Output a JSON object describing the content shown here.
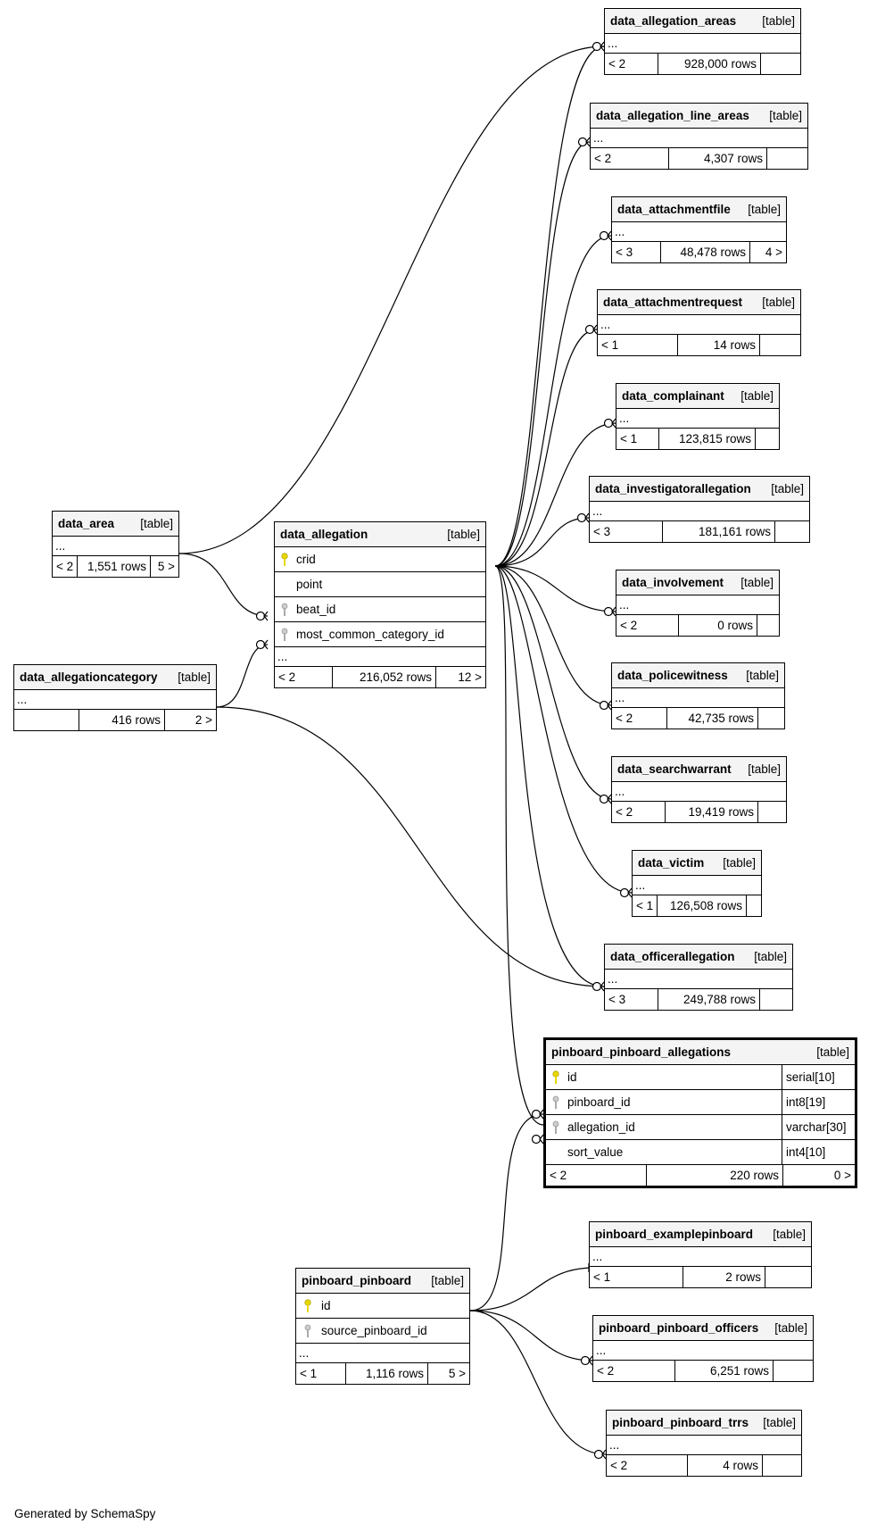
{
  "credit": "Generated by SchemaSpy",
  "type_label": "[table]",
  "ellipsis": "...",
  "tables": {
    "data_allegation_areas": {
      "name": "data_allegation_areas",
      "parents": "< 2",
      "rows": "928,000 rows",
      "children": ""
    },
    "data_allegation_line_areas": {
      "name": "data_allegation_line_areas",
      "parents": "< 2",
      "rows": "4,307 rows",
      "children": ""
    },
    "data_attachmentfile": {
      "name": "data_attachmentfile",
      "parents": "< 3",
      "rows": "48,478 rows",
      "children": "4 >"
    },
    "data_attachmentrequest": {
      "name": "data_attachmentrequest",
      "parents": "< 1",
      "rows": "14 rows",
      "children": ""
    },
    "data_complainant": {
      "name": "data_complainant",
      "parents": "< 1",
      "rows": "123,815 rows",
      "children": ""
    },
    "data_investigatorallegation": {
      "name": "data_investigatorallegation",
      "parents": "< 3",
      "rows": "181,161 rows",
      "children": ""
    },
    "data_involvement": {
      "name": "data_involvement",
      "parents": "< 2",
      "rows": "0 rows",
      "children": ""
    },
    "data_policewitness": {
      "name": "data_policewitness",
      "parents": "< 2",
      "rows": "42,735 rows",
      "children": ""
    },
    "data_searchwarrant": {
      "name": "data_searchwarrant",
      "parents": "< 2",
      "rows": "19,419 rows",
      "children": ""
    },
    "data_victim": {
      "name": "data_victim",
      "parents": "< 1",
      "rows": "126,508 rows",
      "children": ""
    },
    "data_officerallegation": {
      "name": "data_officerallegation",
      "parents": "< 3",
      "rows": "249,788 rows",
      "children": ""
    },
    "data_area": {
      "name": "data_area",
      "parents": "< 2",
      "rows": "1,551 rows",
      "children": "5 >"
    },
    "data_allegationcategory": {
      "name": "data_allegationcategory",
      "parents": "",
      "rows": "416 rows",
      "children": "2 >"
    },
    "data_allegation": {
      "name": "data_allegation",
      "parents": "< 2",
      "rows": "216,052 rows",
      "children": "12 >",
      "columns": [
        {
          "name": "crid",
          "key": "primary"
        },
        {
          "name": "point",
          "key": "none"
        },
        {
          "name": "beat_id",
          "key": "foreign"
        },
        {
          "name": "most_common_category_id",
          "key": "foreign"
        }
      ]
    },
    "pinboard_pinboard_allegations": {
      "name": "pinboard_pinboard_allegations",
      "parents": "< 2",
      "rows": "220 rows",
      "children": "0 >",
      "columns": [
        {
          "name": "id",
          "type": "serial[10]",
          "key": "primary"
        },
        {
          "name": "pinboard_id",
          "type": "int8[19]",
          "key": "foreign"
        },
        {
          "name": "allegation_id",
          "type": "varchar[30]",
          "key": "foreign"
        },
        {
          "name": "sort_value",
          "type": "int4[10]",
          "key": "none"
        }
      ]
    },
    "pinboard_examplepinboard": {
      "name": "pinboard_examplepinboard",
      "parents": "< 1",
      "rows": "2 rows",
      "children": ""
    },
    "pinboard_pinboard": {
      "name": "pinboard_pinboard",
      "parents": "< 1",
      "rows": "1,116 rows",
      "children": "5 >",
      "columns": [
        {
          "name": "id",
          "key": "primary"
        },
        {
          "name": "source_pinboard_id",
          "key": "foreign"
        }
      ]
    },
    "pinboard_pinboard_officers": {
      "name": "pinboard_pinboard_officers",
      "parents": "< 2",
      "rows": "6,251 rows",
      "children": ""
    },
    "pinboard_pinboard_trrs": {
      "name": "pinboard_pinboard_trrs",
      "parents": "< 2",
      "rows": "4 rows",
      "children": ""
    }
  },
  "colors": {
    "primary_key": "#e8d800",
    "foreign_key": "#aaaaaa",
    "header": "#f4f4f4"
  }
}
